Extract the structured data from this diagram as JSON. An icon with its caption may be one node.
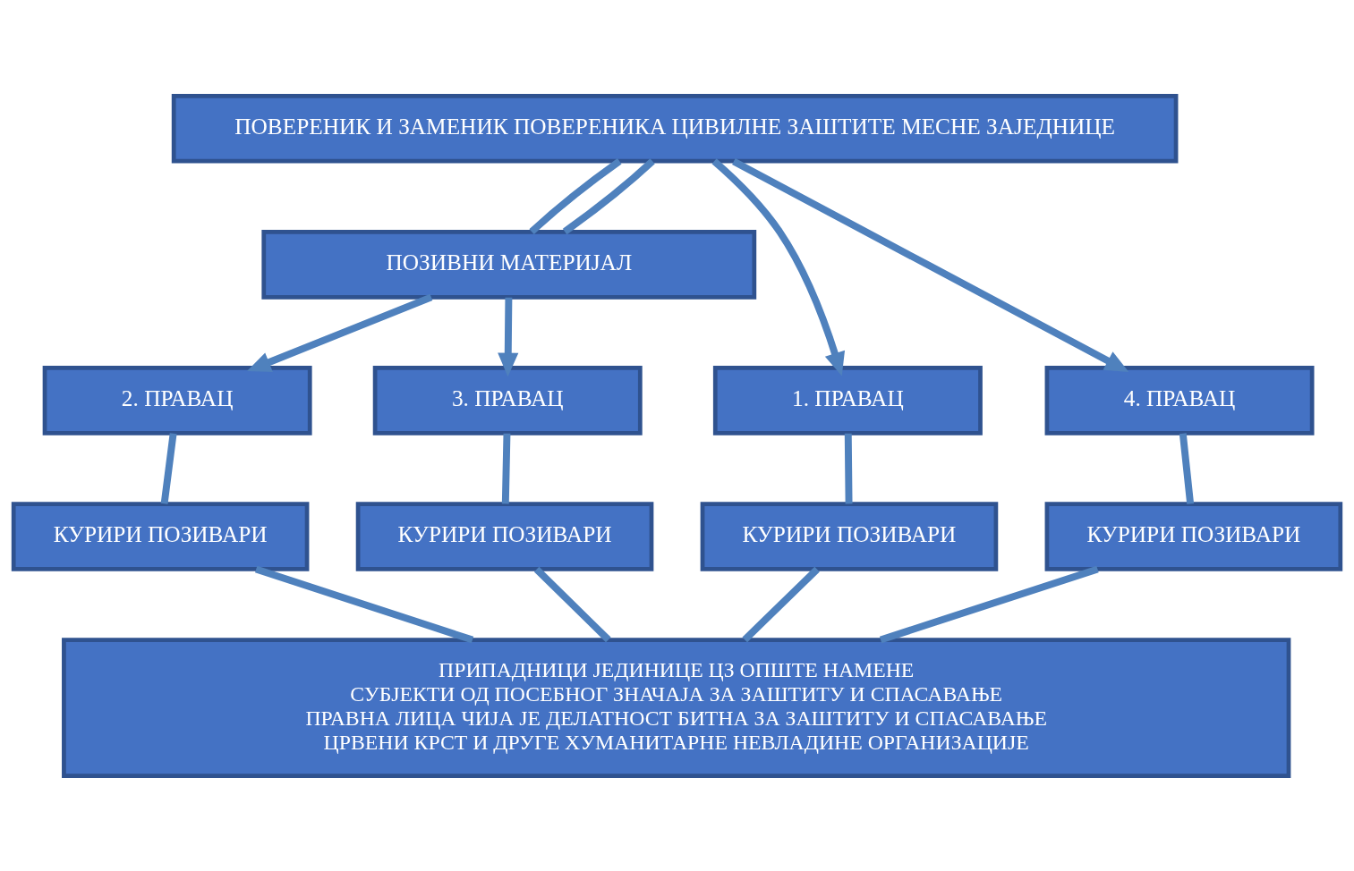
{
  "diagram": {
    "nodes": [
      {
        "text": [
          "ПОВЕРЕНИК И ЗАМЕНИК ПОВЕРЕНИКА ЦИВИЛНЕ ЗАШТИТЕ МЕСНЕ ЗАЈЕДНИЦЕ"
        ]
      },
      {
        "text": [
          "ПОЗИВНИ МАТЕРИЈАЛ"
        ]
      },
      {
        "text": [
          "1. ПРАВАЦ"
        ]
      },
      {
        "text": [
          "2. ПРАВАЦ"
        ]
      },
      {
        "text": [
          "3. ПРАВАЦ"
        ]
      },
      {
        "text": [
          "4. ПРАВАЦ"
        ]
      },
      {
        "text": [
          "КУРИРИ ПОЗИВАРИ"
        ]
      },
      {
        "text": [
          "КУРИРИ ПОЗИВАРИ"
        ]
      },
      {
        "text": [
          "КУРИРИ ПОЗИВАРИ"
        ]
      },
      {
        "text": [
          "КУРИРИ ПОЗИВАРИ"
        ]
      },
      {
        "text": [
          "ПРИПАДНИЦИ ЈЕДИНИЦЕ ЦЗ ОПШТЕ НАМЕНЕ",
          "СУБЈЕКТИ ОД ПОСЕБНОГ ЗНАЧАЈА ЗА ЗАШТИТУ И СПАСАВАЊЕ",
          "ПРАВНА ЛИЦА ЧИЈА ЈЕ ДЕЛАТНОСТ БИТНА ЗА ЗАШТИТУ И СПАСАВАЊЕ",
          "ЦРВЕНИ КРСТ И ДРУГЕ ХУМАНИТАРНЕ НЕВЛАДИНЕ ОРГАНИЗАЦИЈЕ"
        ]
      }
    ],
    "edges": [
      {
        "from": 0,
        "to": 2,
        "arrow": "to"
      },
      {
        "from": 0,
        "to": 1,
        "arrow": "none"
      },
      {
        "from": 0,
        "to": 1,
        "arrow": "none"
      },
      {
        "from": 0,
        "to": 5,
        "arrow": "to"
      },
      {
        "from": 1,
        "to": 3,
        "arrow": "to"
      },
      {
        "from": 1,
        "to": 4,
        "arrow": "to"
      },
      {
        "from": 2,
        "to": 6,
        "arrow": "none"
      },
      {
        "from": 3,
        "to": 7,
        "arrow": "none"
      },
      {
        "from": 4,
        "to": 8,
        "arrow": "none"
      },
      {
        "from": 5,
        "to": 9,
        "arrow": "none"
      },
      {
        "from": 6,
        "to": 10,
        "arrow": "none"
      },
      {
        "from": 7,
        "to": 10,
        "arrow": "none"
      },
      {
        "from": 8,
        "to": 10,
        "arrow": "none"
      },
      {
        "from": 9,
        "to": 10,
        "arrow": "none"
      }
    ]
  }
}
